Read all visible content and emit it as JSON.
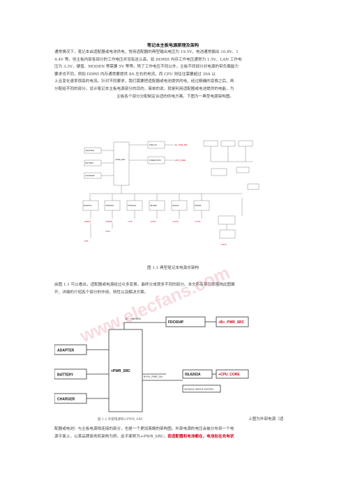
{
  "title": "笔记本主板电源原理及架构",
  "intro_lines": [
    "通常情况下，笔记本由适配器或电池供电，常用适配器的典型输出电压为 19.5V，电池通常输出 10.8V、1",
    "4.4V 等。但主板内部各部分的工作电压并没有这么高，如 DDRIII 内存工作电压通常为 1.5V，LAN 工作电",
    "压为 3.3V，硬盘、MODEN 等需要 5V 等等。除了工作电压不同以外，主板不同部分对电源的带负载能力",
    "要求也不同，例如 DDRII 内存通常要提供 8A 左右的电流，而 CPU 则往往需要超过 30A 以",
    "上且变化速率很高的电流。针对不同要求，我们需要把适配器或电池提供的电，经过精确的变换之后，再",
    "分配给不同的部分。设计笔记本主板电源部分的目的，简单的说，就是利用适配器或电池提供的电能，为"
  ],
  "intro_last_line": "主板各个部分分配制定合适的供电方案。下图为一典型电源架构图。",
  "figure1": {
    "caption": "图 1.1  典型笔记本电源总架构",
    "blocks_left": [
      "ADAPTER",
      "BATTERY",
      "CHARGER"
    ],
    "hub": "+PWR_SRC",
    "top_blocks": [
      "PWR_DC",
      "POWER_BUS"
    ],
    "top_outputs": [
      "+B+_PWR_SRC",
      "+CPU_CORE"
    ],
    "row_blocks": [
      "MAX8724",
      "TPS51120",
      "TPS51124",
      "ISL6269",
      "ISL6227",
      "RT9026"
    ],
    "row_outputs": [
      "+3VALW",
      "+5VALW",
      "+1.5V",
      "+1.05V",
      "+VCCP",
      "+0.75V"
    ],
    "bottom_outputs": [
      "+3VS",
      "+5VS",
      "+1.8VS"
    ]
  },
  "after_fig1_lines": [
    "由图 1.1 可以看出，适配器或电源经过众多变换，最终分成很多不同的部分。本文所有章节即围绕此图展",
    "开，详细的介绍各个部分的作用、特性以及解决方案。"
  ],
  "figure2": {
    "adapter": "ADAPTER",
    "battery": "BATTERY",
    "charger": "CHARGER",
    "hub": "+PWR_SRC",
    "hub_wire_top": "B+_PWRSRC",
    "hub_wire_mid": "B+PU_PWR_Src",
    "chip1": "FDC654P",
    "chip2": "ISL6262A",
    "out1": "+B+_PWR_SRC",
    "out2": "+CPU_CORE",
    "bus_label": "3VSUS/1.05VS/1.5VSTBY",
    "caption": "图 1.2  外部电源和+PWR_SRC",
    "watermark": "www.elecfans.com"
  },
  "fig2_aside": "上图为外部电源（适",
  "tail_line1": "配器或电池）与主板电源相连接的部分，也是一个更加简略的架构图。外部电源的电压会被分布到一个电",
  "tail_line2_plain": "源平面上，以某品牌商务机架构为例，此平面称为+PWR_SRC。",
  "tail_line2_red": "若适配器和电池都在，电池处在充电状"
}
